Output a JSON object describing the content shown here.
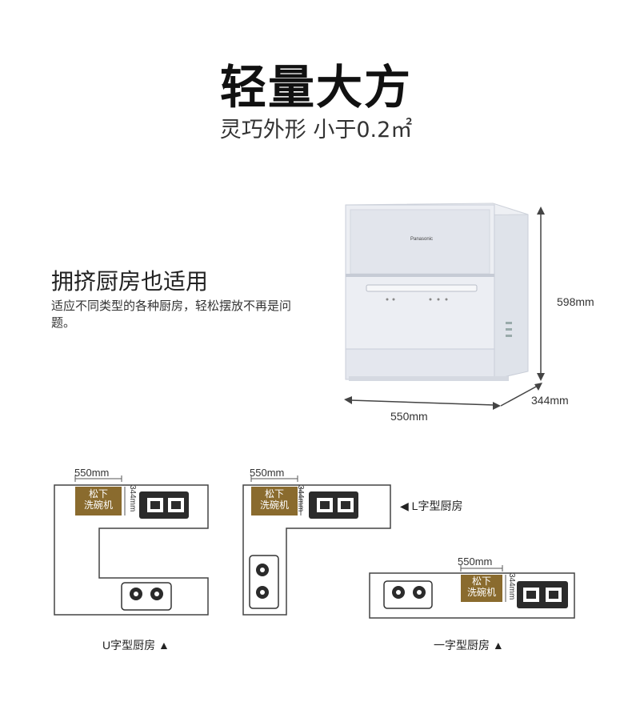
{
  "header": {
    "title": "轻量大方",
    "subtitle": "灵巧外形 小于0.2㎡"
  },
  "feature": {
    "heading": "拥挤厨房也适用",
    "description": "适应不同类型的各种厨房，轻松摆放不再是问题。"
  },
  "product": {
    "brand": "Panasonic",
    "height_label": "598mm",
    "depth_label": "344mm",
    "width_label": "550mm"
  },
  "layouts": {
    "dishwasher_label_line1": "松下",
    "dishwasher_label_line2": "洗碗机",
    "width_label": "550mm",
    "depth_label": "344mm",
    "u_label": "U字型厨房 ▲",
    "l_label": "◀ L字型厨房",
    "line_label": "一字型厨房 ▲"
  },
  "colors": {
    "dishwasher_tag": "#8a6b2e",
    "appliance_body": "#e9ecf2",
    "stove": "#2b2b2b"
  }
}
